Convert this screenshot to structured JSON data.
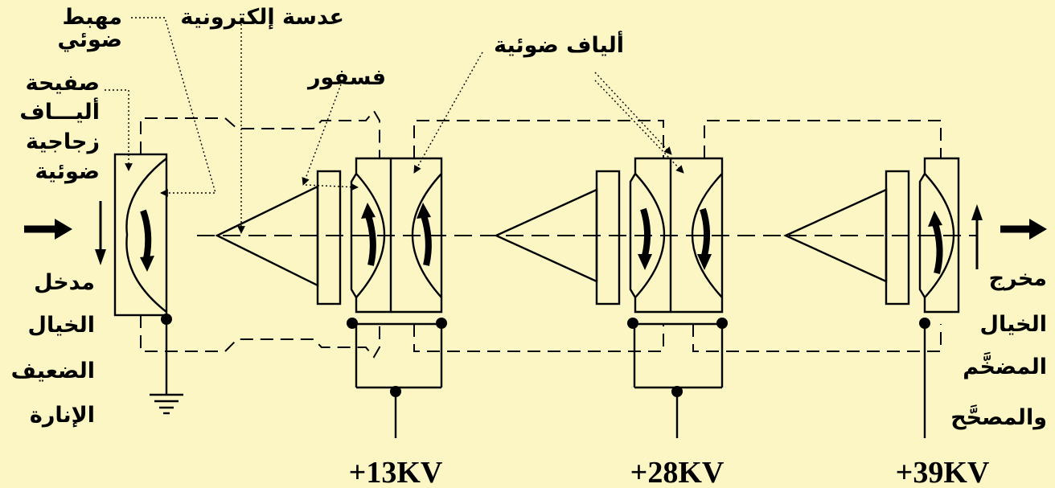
{
  "labels": {
    "photocathode": [
      "مهبط",
      "ضوئي"
    ],
    "electron_lens": "عدسة إلكترونية",
    "fiber_plate": [
      "صفيحة",
      "أليـــاف",
      "زجاجية",
      "ضوئية"
    ],
    "phosphor": "فسفور",
    "optical_fibers": "ألياف ضوئية",
    "input_image": [
      "مدخل",
      "الخيال",
      "الضعيف",
      "الإنارة"
    ],
    "output_image": [
      "مخرج",
      "الخيال",
      "المضخَّم",
      "والمصحَّح"
    ]
  },
  "voltages": [
    "+13KV",
    "+28KV",
    "+39KV"
  ],
  "colors": {
    "background": "#fbf6c3",
    "ink": "#000000"
  }
}
